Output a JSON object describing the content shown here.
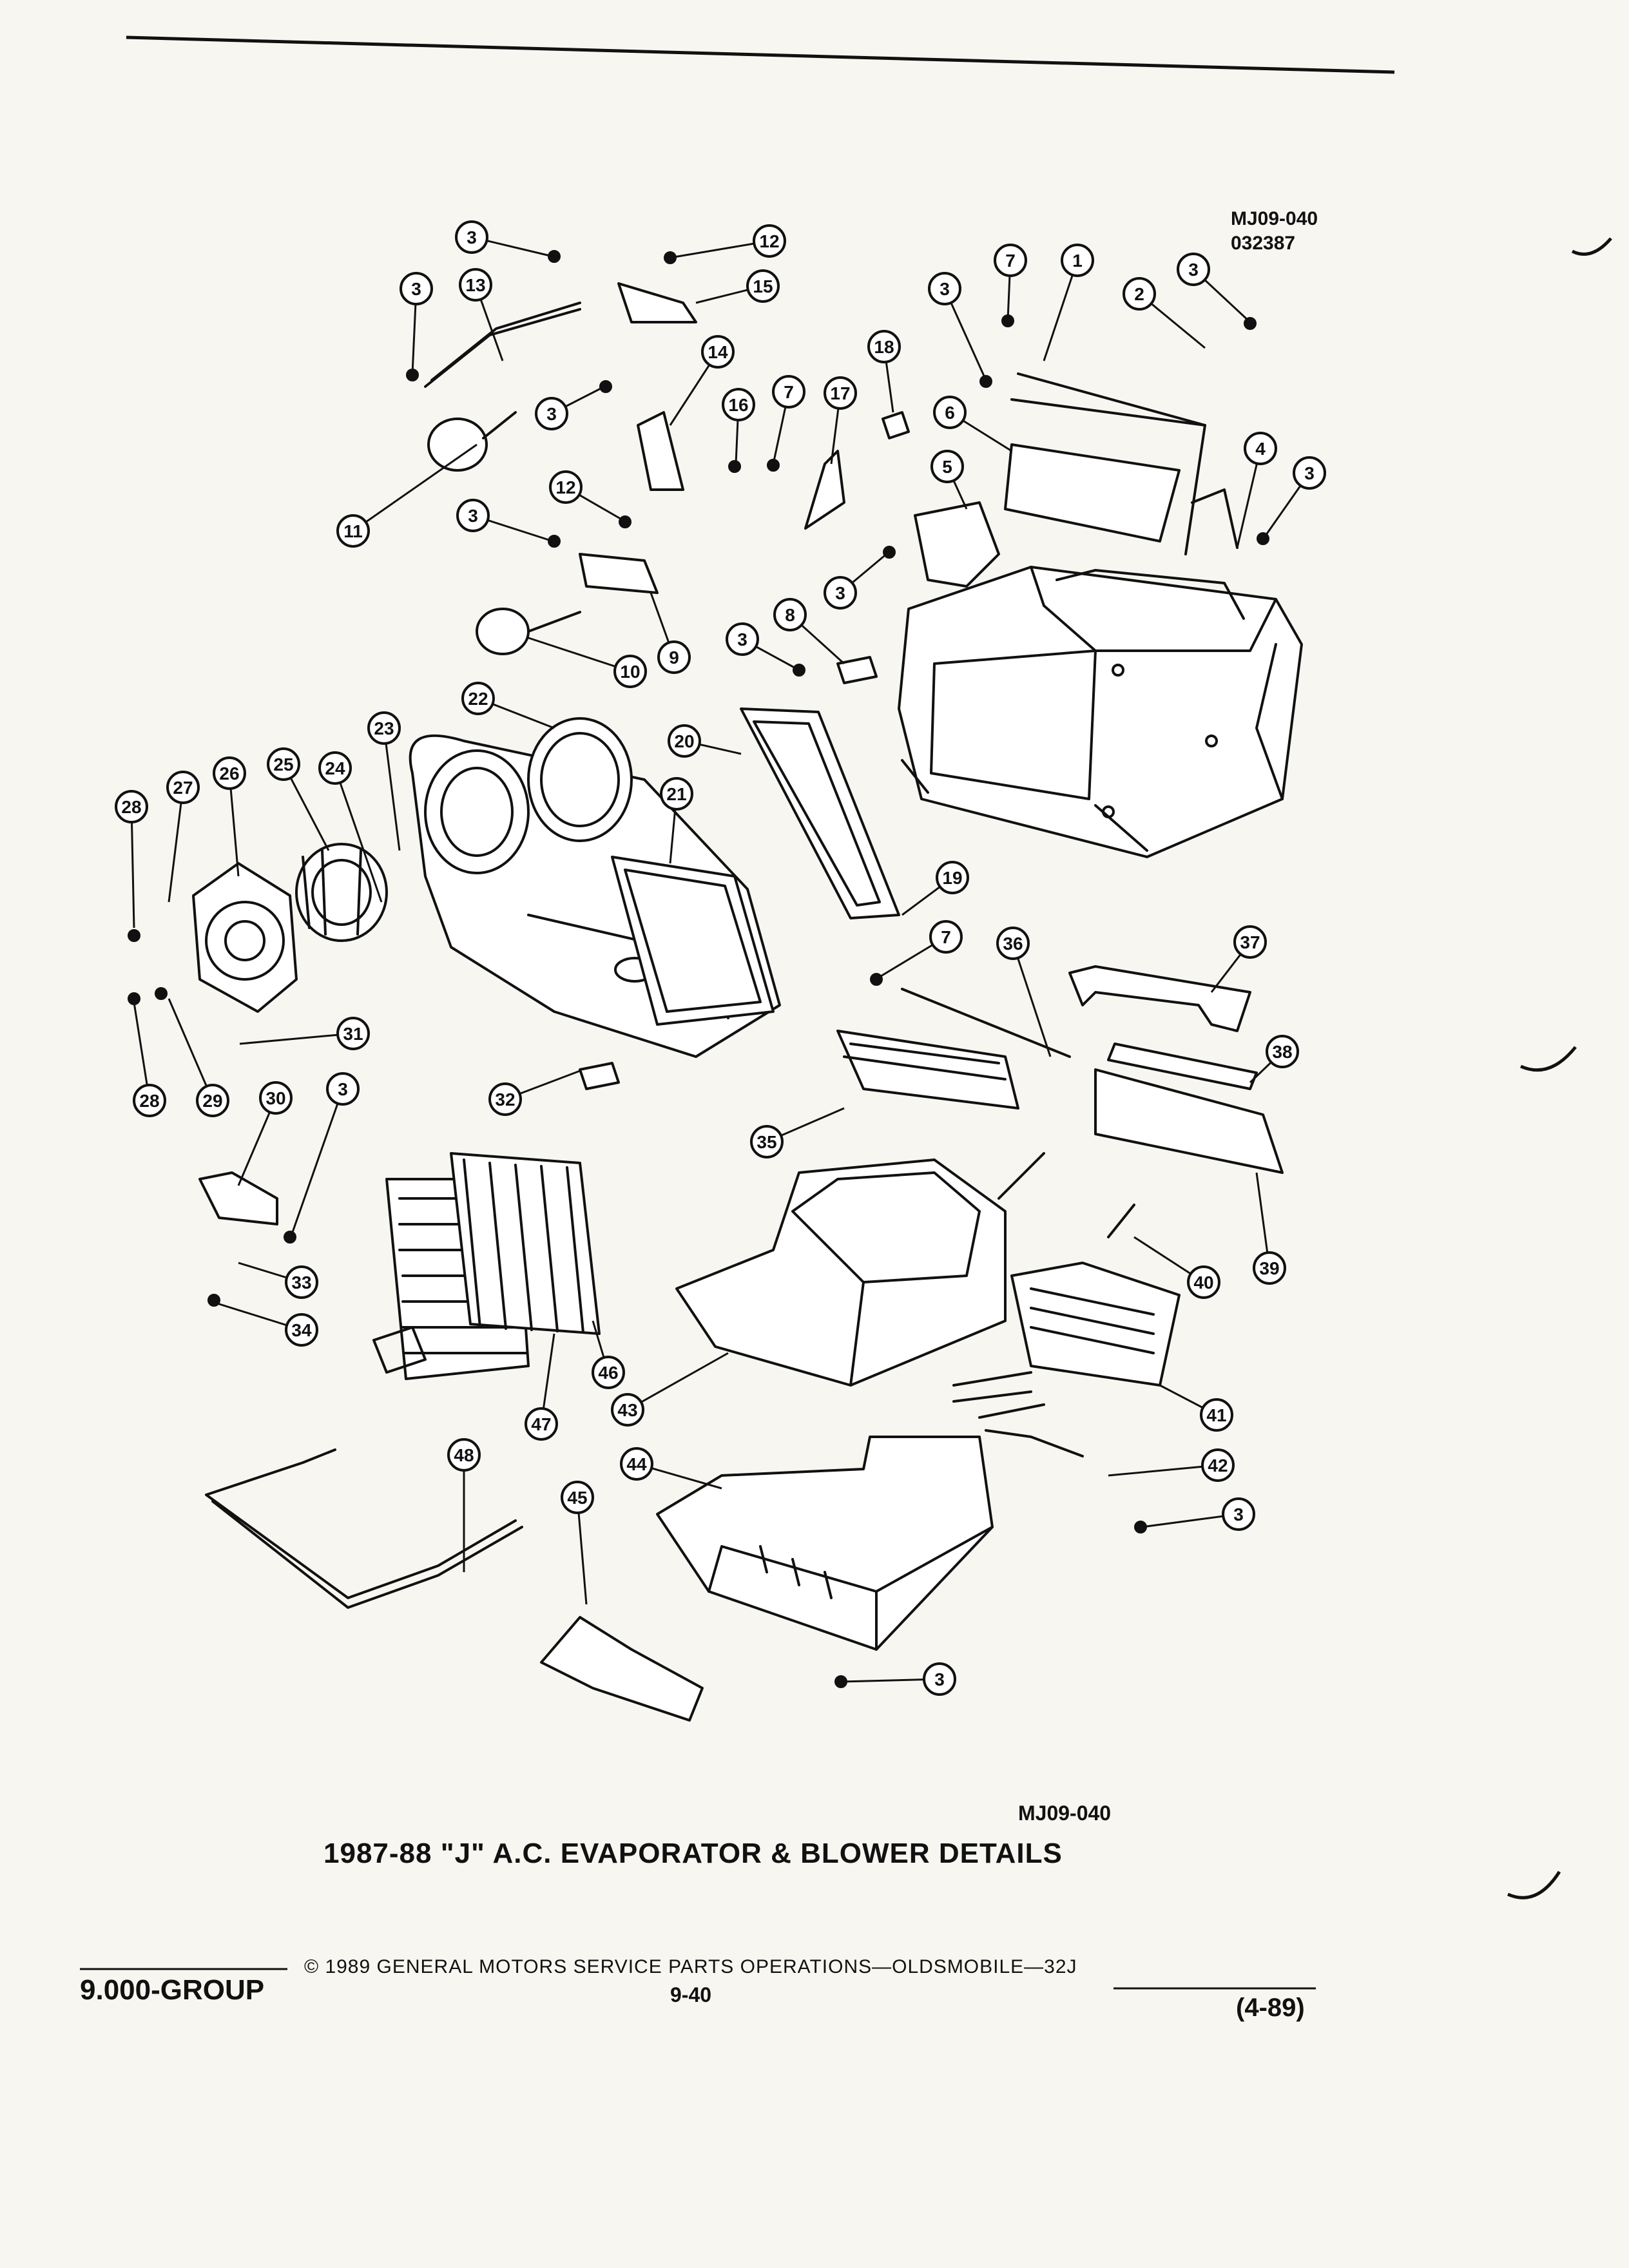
{
  "drawing": {
    "ref_code": "MJ09-040",
    "ref_date": "032387",
    "callouts": [
      "1",
      "2",
      "3",
      "4",
      "5",
      "6",
      "7",
      "8",
      "9",
      "10",
      "11",
      "12",
      "13",
      "14",
      "15",
      "16",
      "17",
      "18",
      "19",
      "20",
      "21",
      "22",
      "23",
      "24",
      "25",
      "26",
      "27",
      "28",
      "29",
      "30",
      "31",
      "32",
      "33",
      "34",
      "35",
      "36",
      "37",
      "38",
      "39",
      "40",
      "41",
      "42",
      "43",
      "44",
      "45",
      "46",
      "47",
      "48"
    ]
  },
  "caption": {
    "code": "MJ09-040",
    "title": "1987-88 \"J\" A.C. EVAPORATOR & BLOWER DETAILS"
  },
  "footer": {
    "group": "9.000-GROUP",
    "copyright": "© 1989 GENERAL MOTORS SERVICE PARTS OPERATIONS—OLDSMOBILE—32J",
    "page": "9-40",
    "date": "(4-89)"
  }
}
